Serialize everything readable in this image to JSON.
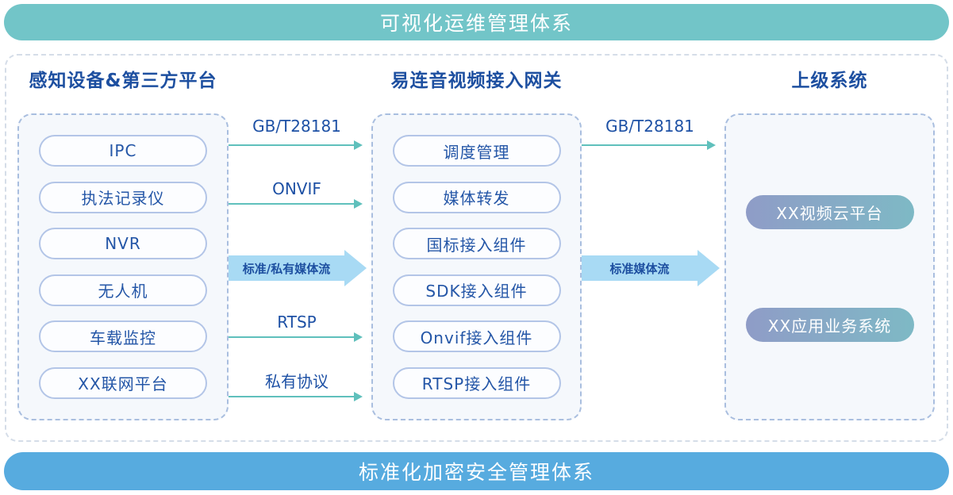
{
  "top_banner": {
    "label": "可视化运维管理体系"
  },
  "bottom_banner": {
    "label": "标准化加密安全管理体系"
  },
  "columns": {
    "devices": {
      "title": "感知设备&第三方平台",
      "items": [
        "IPC",
        "执法记录仪",
        "NVR",
        "无人机",
        "车载监控",
        "XX联网平台"
      ]
    },
    "gateway": {
      "title": "易连音视频接入网关",
      "items": [
        "调度管理",
        "媒体转发",
        "国标接入组件",
        "SDK接入组件",
        "Onvif接入组件",
        "RTSP接入组件"
      ]
    },
    "upper": {
      "title": "上级系统",
      "items": [
        "XX视频云平台",
        "XX应用业务系统"
      ]
    }
  },
  "flows": {
    "devices_to_gateway": [
      {
        "label": "GB/T28181",
        "style": "line"
      },
      {
        "label": "ONVIF",
        "style": "line"
      },
      {
        "label": "标准/私有媒体流",
        "style": "thick"
      },
      {
        "label": "RTSP",
        "style": "line"
      },
      {
        "label": "私有协议",
        "style": "line"
      }
    ],
    "gateway_to_upper": [
      {
        "label": "GB/T28181",
        "style": "line"
      },
      {
        "label": "标准媒体流",
        "style": "thick"
      }
    ]
  },
  "colors": {
    "top_banner_bg": "#72C5C8",
    "bottom_banner_bg": "#57ABDF",
    "heading_text": "#1D4FA0",
    "node_text": "#2456A7",
    "node_border": "#B3C5E7",
    "inner_box_bg": "#F5F8FC",
    "inner_box_border": "#A9BEDF",
    "outer_frame_border": "#D5DDE8",
    "arrow_teal": "#5FC0BC",
    "thick_arrow_blue": "#A8DAF4",
    "gradient_pill_start": "#8F9CC7",
    "gradient_pill_end": "#7EB9C5"
  }
}
